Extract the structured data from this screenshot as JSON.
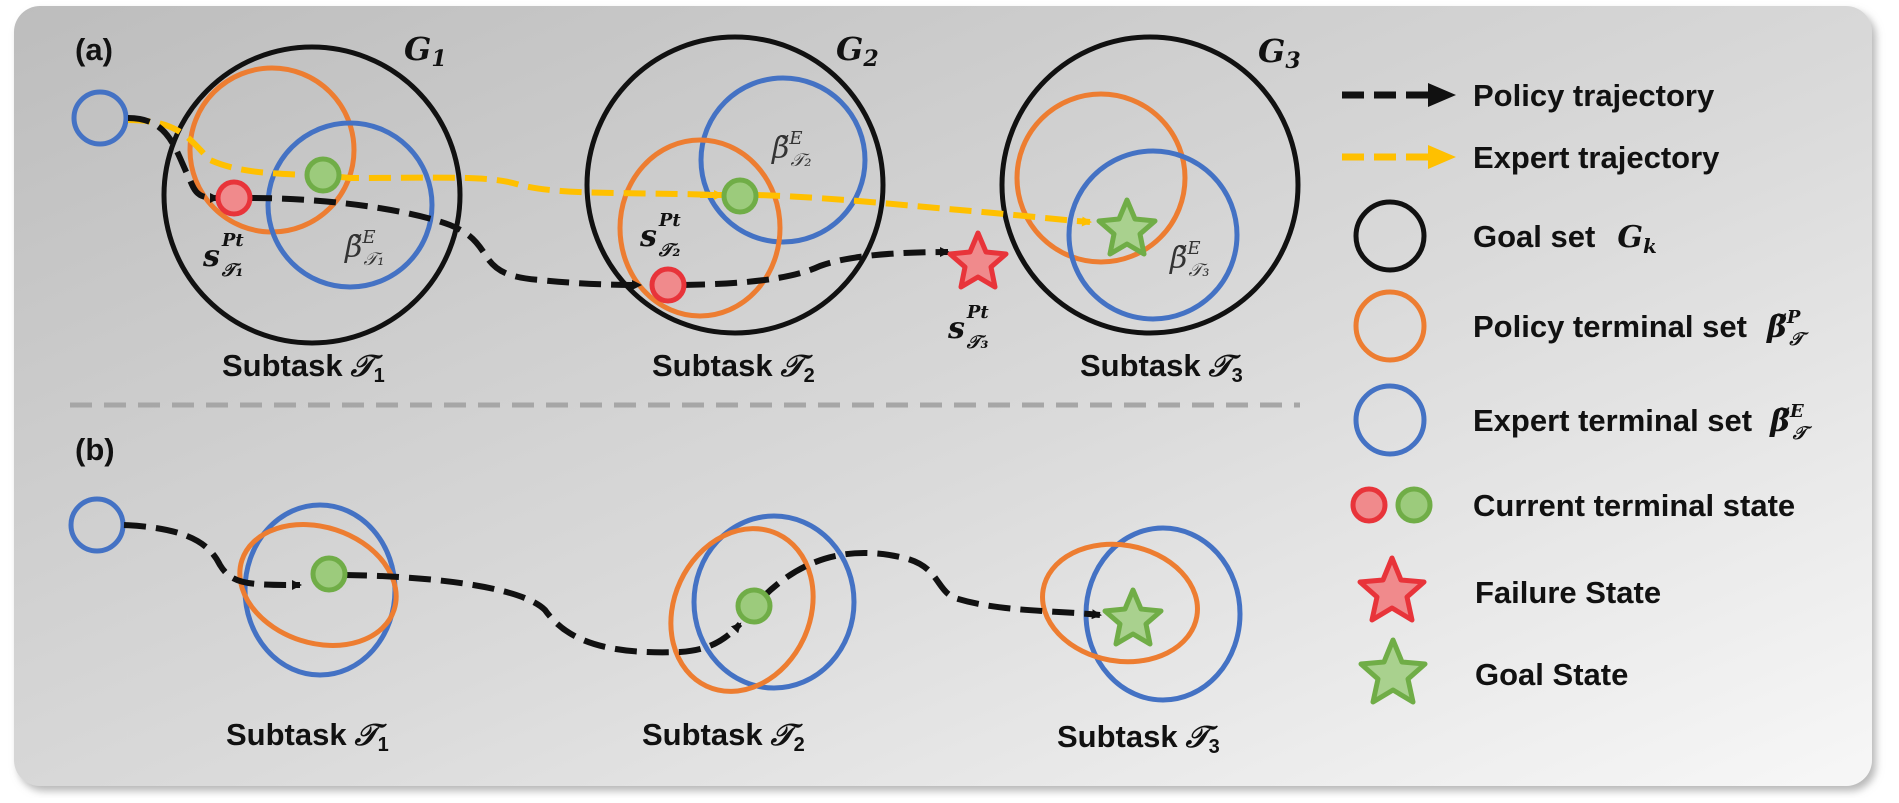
{
  "panel_a": {
    "tag": "(a)",
    "goal_labels": [
      "G",
      "G",
      "G"
    ],
    "goal_subs": [
      "1",
      "2",
      "3"
    ],
    "subtask_labels": [
      "Subtask",
      "Subtask",
      "Subtask"
    ],
    "subtask_syms": [
      "𝒯",
      "𝒯",
      "𝒯"
    ],
    "subtask_subs": [
      "1",
      "2",
      "3"
    ],
    "beta_label": "β̃",
    "beta_sup": "E",
    "beta_subs": [
      "𝒯₁",
      "𝒯₂",
      "𝒯₃"
    ],
    "state_label": "s",
    "state_sup": "Pt",
    "state_subs": [
      "𝒯₁",
      "𝒯₂",
      "𝒯₃"
    ]
  },
  "panel_b": {
    "tag": "(b)",
    "subtask_labels": [
      "Subtask",
      "Subtask",
      "Subtask"
    ],
    "subtask_syms": [
      "𝒯",
      "𝒯",
      "𝒯"
    ],
    "subtask_subs": [
      "1",
      "2",
      "3"
    ]
  },
  "legend": {
    "items": [
      {
        "label": "Policy trajectory",
        "symbol": ""
      },
      {
        "label": "Expert trajectory",
        "symbol": ""
      },
      {
        "label": "Goal set",
        "symbol": "G",
        "symbol_sub": "k"
      },
      {
        "label": "Policy terminal set",
        "symbol": "β̃",
        "symbol_sup": "P",
        "symbol_sub": "𝒯"
      },
      {
        "label": "Expert terminal set",
        "symbol": "β̃",
        "symbol_sup": "E",
        "symbol_sub": "𝒯"
      },
      {
        "label": "Current terminal state",
        "symbol": ""
      },
      {
        "label": "Failure State",
        "symbol": ""
      },
      {
        "label": "Goal State",
        "symbol": ""
      }
    ]
  },
  "colors": {
    "goal_set": "#111111",
    "policy_set": "#ED7D31",
    "expert_set": "#4472C4",
    "policy_traj": "#111111",
    "expert_traj": "#FFC000",
    "red_state": "#E8343A",
    "green_state": "#70AD47",
    "background_top": "#C8C8C8",
    "background_bottom": "#F2F2F2"
  },
  "icons": [
    "policy-trajectory-arrow-icon",
    "expert-trajectory-arrow-icon",
    "goal-set-circle-icon",
    "policy-terminal-circle-icon",
    "expert-terminal-circle-icon",
    "red-state-dot-icon",
    "green-state-dot-icon",
    "failure-star-icon",
    "goal-star-icon"
  ]
}
